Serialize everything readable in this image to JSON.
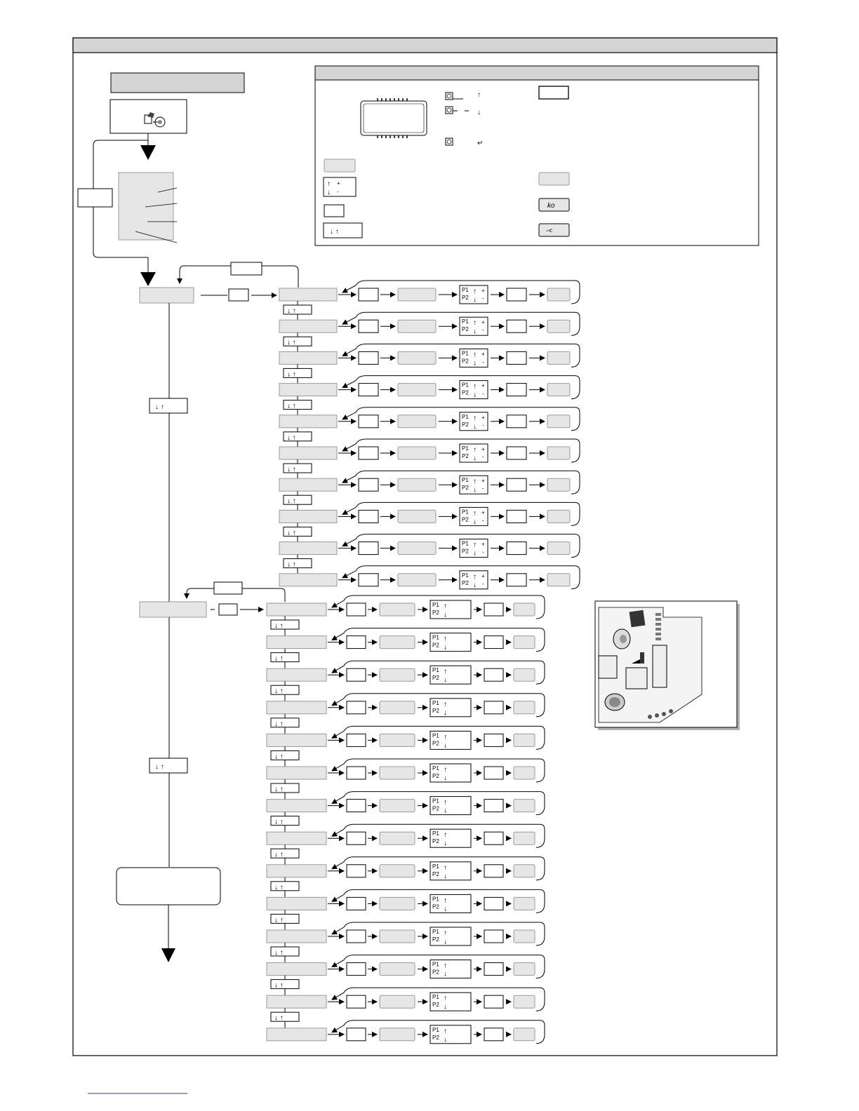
{
  "frame": {
    "title": ""
  },
  "left_section": {
    "title": ""
  },
  "legend": {
    "title": "",
    "button_labels": {
      "up": "↑",
      "down": "↓",
      "enter": "↵"
    },
    "plus_minus": {
      "plus": "+",
      "minus": "-"
    },
    "nav_arrows": "↓ ↑",
    "ko_label": "ko"
  },
  "rows": {
    "p1_label": "P1",
    "p2_label": "P2",
    "nav_arrows": "↓ ↑",
    "plus": "+",
    "minus": "-"
  },
  "group1": {
    "row_count": 10
  },
  "group2": {
    "row_count": 14
  },
  "colors": {
    "gray_fill": "#e6e6e6",
    "header_fill": "#d4d4d4",
    "stroke": "#000000",
    "shadow": "#b0b0b0",
    "link": "#2233cc"
  },
  "icons": [
    "hand-key-icon",
    "lcd-display-icon",
    "button-icon",
    "ko-key-icon",
    "return-key-icon",
    "circuit-board-photo"
  ]
}
